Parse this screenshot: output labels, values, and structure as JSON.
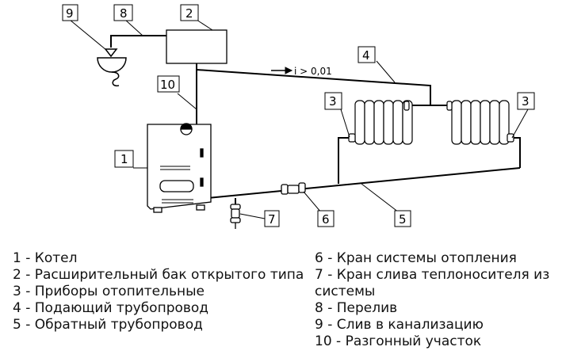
{
  "diagram": {
    "callouts": [
      {
        "num": "1",
        "target": "boiler"
      },
      {
        "num": "2",
        "target": "expansion-tank"
      },
      {
        "num": "3",
        "target": "radiator-left"
      },
      {
        "num": "3",
        "target": "radiator-right"
      },
      {
        "num": "4",
        "target": "supply-pipe"
      },
      {
        "num": "5",
        "target": "return-pipe"
      },
      {
        "num": "6",
        "target": "heating-valve"
      },
      {
        "num": "7",
        "target": "drain-valve"
      },
      {
        "num": "8",
        "target": "overflow-pipe"
      },
      {
        "num": "9",
        "target": "sewer-drain"
      },
      {
        "num": "10",
        "target": "acceleration-riser"
      }
    ],
    "slope_label": "i > 0,01"
  },
  "legend": {
    "left": [
      "1 - Котел",
      "2 - Расширительный бак открытого типа",
      "3 - Приборы отопительные",
      "4 - Подающий трубопровод",
      "5 - Обратный трубопровод"
    ],
    "right": [
      "6 - Кран системы отопления",
      "7 - Кран слива теплоносителя из системы",
      "8 - Перелив",
      "9 - Слив в канализацию",
      "10 - Разгонный участок"
    ]
  }
}
